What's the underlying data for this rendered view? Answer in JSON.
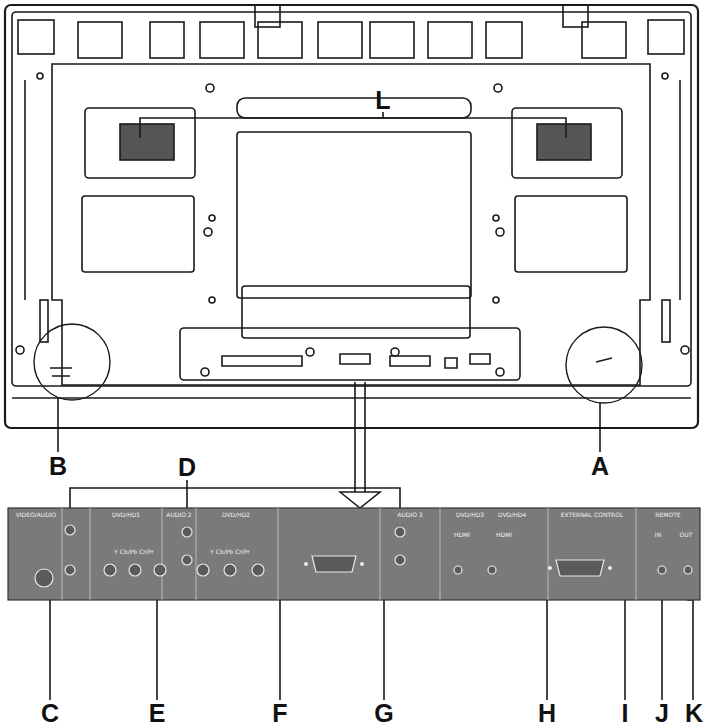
{
  "diagram": {
    "labels": [
      "L",
      "B",
      "D",
      "A",
      "VIDEO/AUDIO",
      "DVD/HD1",
      "Y Cb/Pb Cr/Pr",
      "AUDIO 2",
      "DVD/HD2",
      "Y Cb/Pb Cr/Pr",
      "AUDIO 3",
      "DVD/HD3",
      "DVD/HD4",
      "HDMI",
      "HDMI",
      "EXTERNAL CONTROL",
      "REMOTE",
      "IN",
      "OUT",
      "C",
      "E",
      "F",
      "G",
      "H",
      "I",
      "J",
      "K"
    ]
  }
}
